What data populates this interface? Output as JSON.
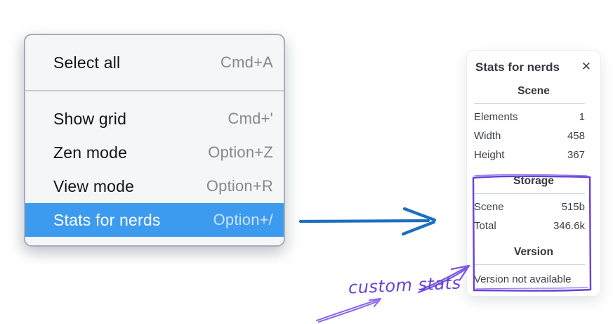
{
  "menu": {
    "items_top": [
      {
        "label": "Select all",
        "shortcut": "Cmd+A"
      }
    ],
    "items_bottom": [
      {
        "label": "Show grid",
        "shortcut": "Cmd+'"
      },
      {
        "label": "Zen mode",
        "shortcut": "Option+Z"
      },
      {
        "label": "View mode",
        "shortcut": "Option+R"
      },
      {
        "label": "Stats for nerds",
        "shortcut": "Option+/",
        "highlighted": true
      }
    ]
  },
  "stats_panel": {
    "title": "Stats for nerds",
    "scene": {
      "header": "Scene",
      "rows": [
        {
          "label": "Elements",
          "value": "1"
        },
        {
          "label": "Width",
          "value": "458"
        },
        {
          "label": "Height",
          "value": "367"
        }
      ]
    },
    "storage": {
      "header": "Storage",
      "rows": [
        {
          "label": "Scene",
          "value": "515b"
        },
        {
          "label": "Total",
          "value": "346.6k"
        }
      ]
    },
    "version": {
      "header": "Version",
      "note": "Version not available"
    }
  },
  "annotation": {
    "label": "custom stats"
  },
  "icons": {
    "close": "✕"
  },
  "colors": {
    "menu_highlight": "#3d9bef",
    "pointer_arrow_blue": "#1d6fc0",
    "annotation_purple": "#6741d9"
  }
}
